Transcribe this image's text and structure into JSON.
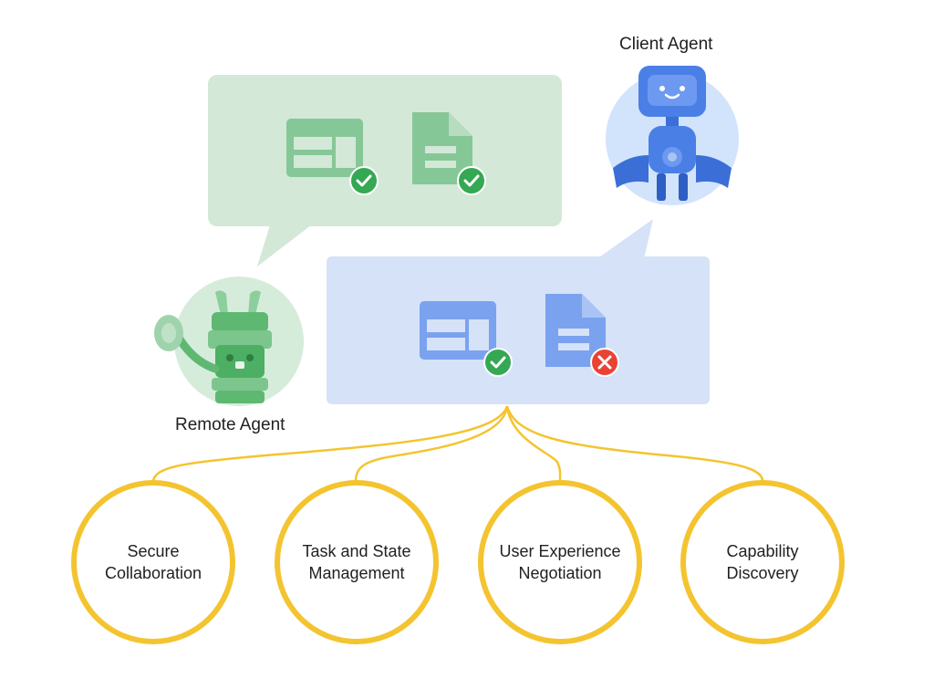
{
  "agents": {
    "client": {
      "label": "Client Agent"
    },
    "remote": {
      "label": "Remote Agent"
    }
  },
  "capabilities": [
    {
      "line1": "Secure",
      "line2": "Collaboration"
    },
    {
      "line1": "Task and State",
      "line2": "Management"
    },
    {
      "line1": "User Experience",
      "line2": "Negotiation"
    },
    {
      "line1": "Capability",
      "line2": "Discovery"
    }
  ],
  "colors": {
    "green_bubble": "#d3e8d7",
    "green_icon": "#86c797",
    "green_check": "#34a853",
    "blue_bubble": "#d5e2f7",
    "blue_icon": "#7aa2ef",
    "error_red": "#ea4335",
    "gold": "#f4c430",
    "client_circle": "#d2e3fc",
    "robot_blue": "#4a7fe6",
    "remote_circle": "#d6ecdb",
    "robot_green": "#5fb872"
  }
}
